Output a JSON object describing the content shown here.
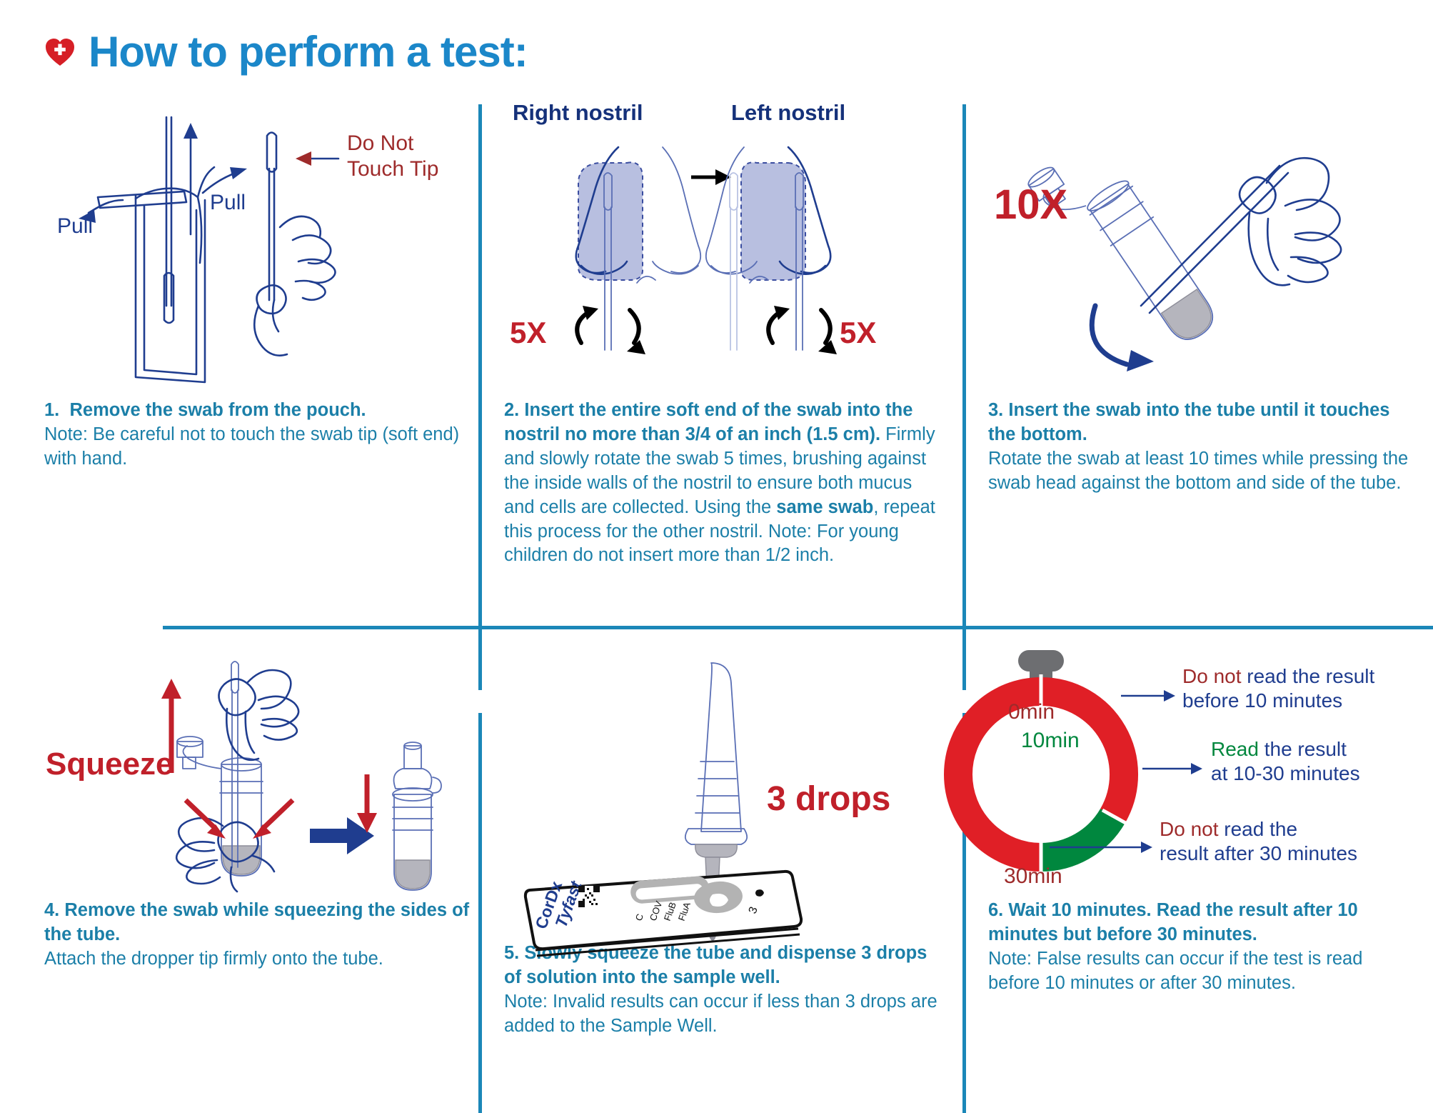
{
  "header": {
    "title": "How to perform a test:",
    "icon": "heart-cross-icon",
    "title_color": "#1b87c9",
    "icon_color": "#d61f26"
  },
  "colors": {
    "divider": "#1b87b8",
    "body_text": "#1b7fa8",
    "ink_navy": "#1f3d8f",
    "annotation_red": "#9e2b2b",
    "count_red": "#c0202a",
    "nostril_shade": "#b8bfe0",
    "timer_red": "#e01f26",
    "timer_green": "#00873e",
    "timer_gray": "#6d6e71"
  },
  "steps": [
    {
      "number": "1.",
      "lede": "Remove the swab from the pouch.",
      "body": "Note: Be careful not to touch the swab tip (soft end) with hand.",
      "annotations": {
        "pull_left": "Pull",
        "pull_right": "Pull",
        "do_not_touch": "Do Not\nTouch Tip",
        "do_not_touch_line1": "Do Not",
        "do_not_touch_line2": "Touch Tip"
      }
    },
    {
      "number": "2.",
      "lede": "Insert the entire soft end of the swab into the nostril no more than 3/4 of an inch (1.5 cm).",
      "body_part1": " Firmly and slowly rotate the swab 5 times, brushing against the inside walls of the nostril to ensure both mucus and cells are collected. Using the ",
      "body_bold": "same swab",
      "body_part2": ", repeat this process for the other nostril. Note: For young children do not insert more than 1/2 inch.",
      "annotations": {
        "right_nostril": "Right nostril",
        "left_nostril": "Left nostril",
        "rotations_left": "5X",
        "rotations_right": "5X"
      }
    },
    {
      "number": "3.",
      "lede": "Insert the swab into the tube until it touches the bottom.",
      "body": "Rotate the swab at least 10 times while pressing the swab head against the bottom and side of the tube.",
      "annotations": {
        "rotations": "10X"
      }
    },
    {
      "number": "4.",
      "lede": "Remove the swab while squeezing the sides of the tube.",
      "body": "Attach the dropper tip firmly onto the tube.",
      "annotations": {
        "squeeze": "Squeeze"
      }
    },
    {
      "number": "5.",
      "lede": "Slowly squeeze the tube and dispense 3 drops of solution into the sample well.",
      "body": "Note: Invalid results can occur if less than 3 drops are added to the Sample Well.",
      "annotations": {
        "drops": "3 drops",
        "cassette_brand_line1": "CorDx",
        "cassette_brand_line2": "Tyfast",
        "result_labels": [
          "C",
          "COV",
          "FluB",
          "FluA"
        ],
        "well_marking": "3"
      }
    },
    {
      "number": "6.",
      "lede": "Wait 10 minutes. Read the result after 10 minutes but before 30 minutes.",
      "body": "Note: False results can occur if the test is read before 10 minutes or after 30 minutes.",
      "timer": {
        "ticks": [
          "0min",
          "10min",
          "30min"
        ],
        "tick_0": "0min",
        "tick_10": "10min",
        "tick_30": "30min",
        "callouts": [
          {
            "emphasis": "Do not",
            "emphasis_color": "#9e2b2b",
            "rest": " read the result",
            "line2": "before 10 minutes"
          },
          {
            "emphasis": "Read",
            "emphasis_color": "#00873e",
            "rest": " the result",
            "line2": "at 10-30 minutes"
          },
          {
            "emphasis": "Do not",
            "emphasis_color": "#9e2b2b",
            "rest": " read the",
            "line2": "result after 30 minutes"
          }
        ],
        "callout1_em": "Do not",
        "callout1_rest": " read the result",
        "callout1_line2": "before 10 minutes",
        "callout2_em": "Read",
        "callout2_rest": " the result",
        "callout2_line2": "at 10-30 minutes",
        "callout3_em": "Do not",
        "callout3_rest": " read the",
        "callout3_line2": "result after 30 minutes"
      }
    }
  ]
}
